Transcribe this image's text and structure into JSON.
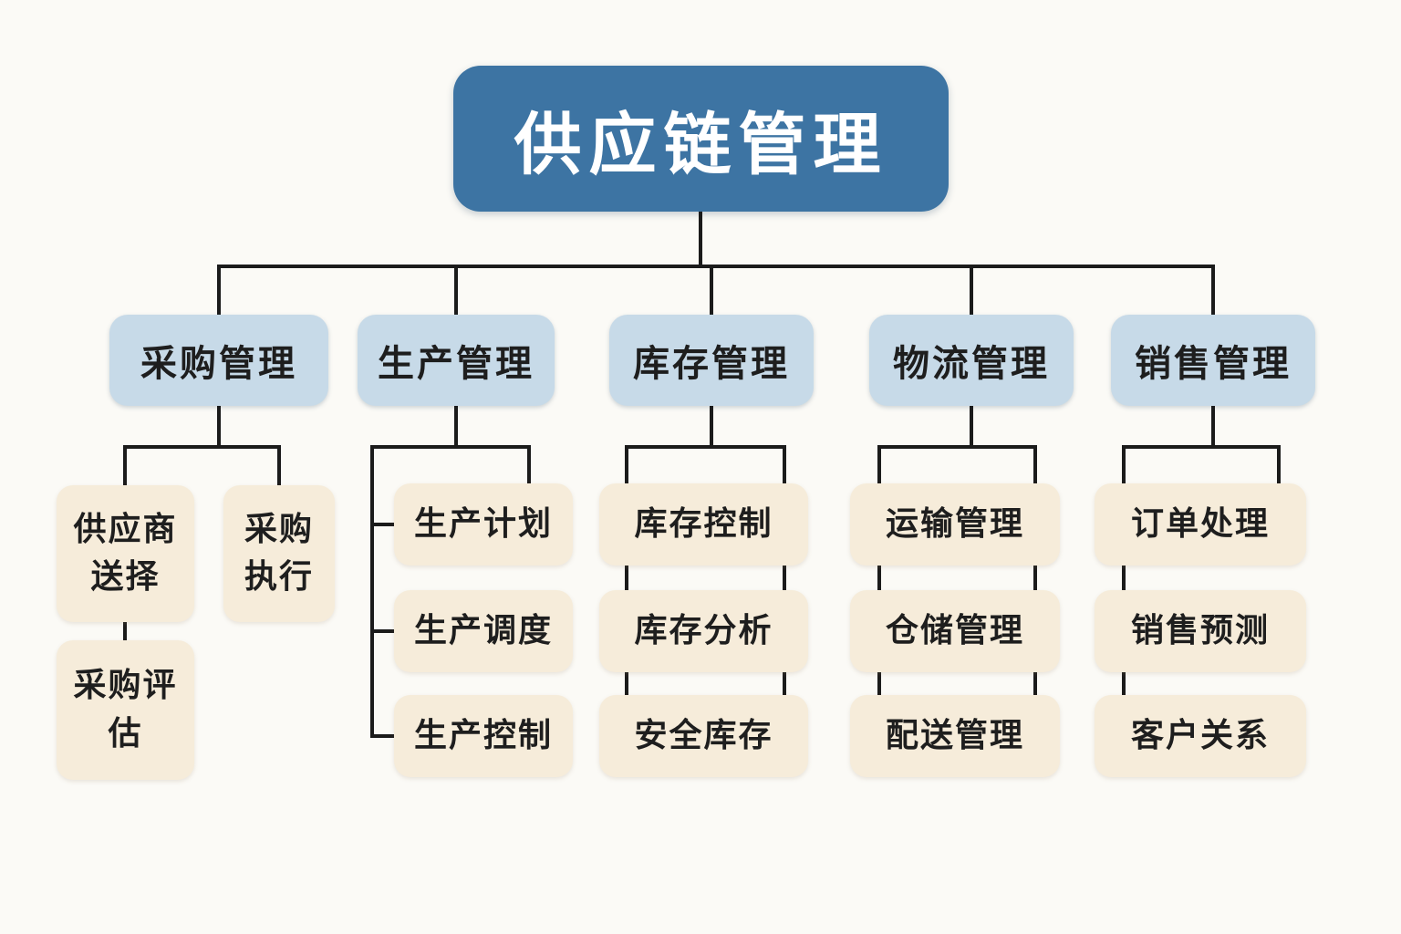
{
  "root": {
    "label": "供应链管理"
  },
  "branches": [
    {
      "label": "采购管理",
      "children": [
        {
          "label": "供应商送择",
          "children": [
            {
              "label": "采购评估"
            }
          ]
        },
        {
          "label": "采购执行"
        }
      ]
    },
    {
      "label": "生产管理",
      "children": [
        {
          "label": "生产计划"
        },
        {
          "label": "生产调度"
        },
        {
          "label": "生产控制"
        }
      ]
    },
    {
      "label": "库存管理",
      "children": [
        {
          "label": "库存控制"
        },
        {
          "label": "库存分析"
        },
        {
          "label": "安全库存"
        }
      ]
    },
    {
      "label": "物流管理",
      "children": [
        {
          "label": "运输管理"
        },
        {
          "label": "仓储管理"
        },
        {
          "label": "配送管理"
        }
      ]
    },
    {
      "label": "销售管理",
      "children": [
        {
          "label": "订单处理"
        },
        {
          "label": "销售预测"
        },
        {
          "label": "客户关系"
        }
      ]
    }
  ],
  "colors": {
    "background": "#fbfaf6",
    "root_bg": "#3d74a3",
    "root_text": "#ffffff",
    "level2_bg": "#c7dae8",
    "level3_bg": "#f6ecda",
    "node_text": "#1e1e1e",
    "line": "#1b1b1b"
  }
}
